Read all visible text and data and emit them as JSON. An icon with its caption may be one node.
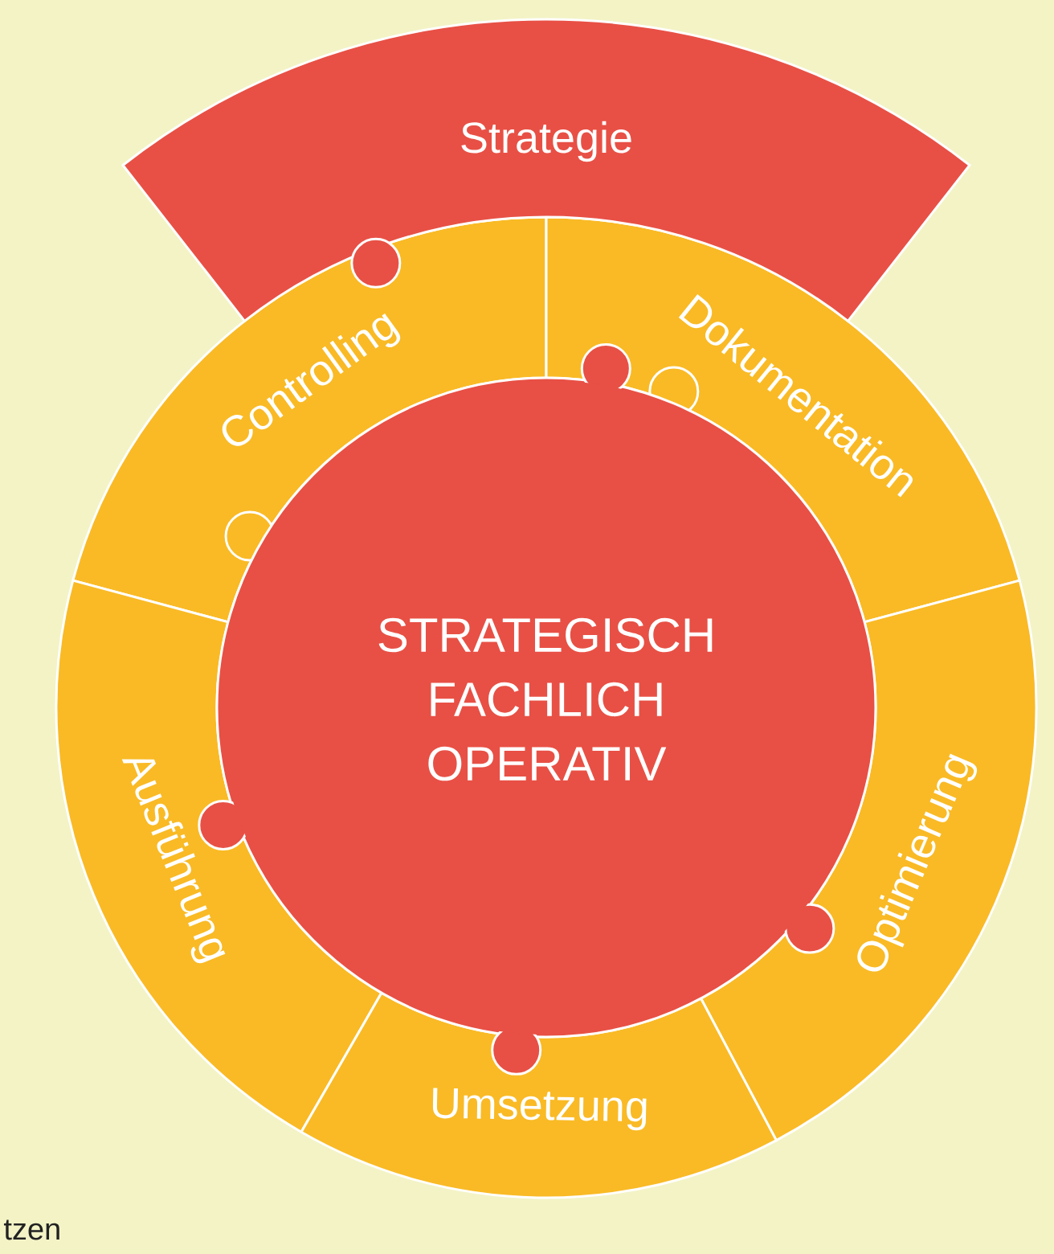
{
  "diagram": {
    "nodes": [
      {
        "text": [
          "Strategie"
        ]
      },
      {
        "text": [
          "Controlling"
        ]
      },
      {
        "text": [
          "Dokumentation"
        ]
      },
      {
        "text": [
          "STRATEGISCH FACHLICH OPERATIV"
        ]
      },
      {
        "text": [
          "Ausführung"
        ]
      },
      {
        "text": [
          "Optimierung"
        ]
      },
      {
        "text": [
          "Umsetzung"
        ]
      }
    ],
    "labels": [
      "tzen"
    ]
  }
}
